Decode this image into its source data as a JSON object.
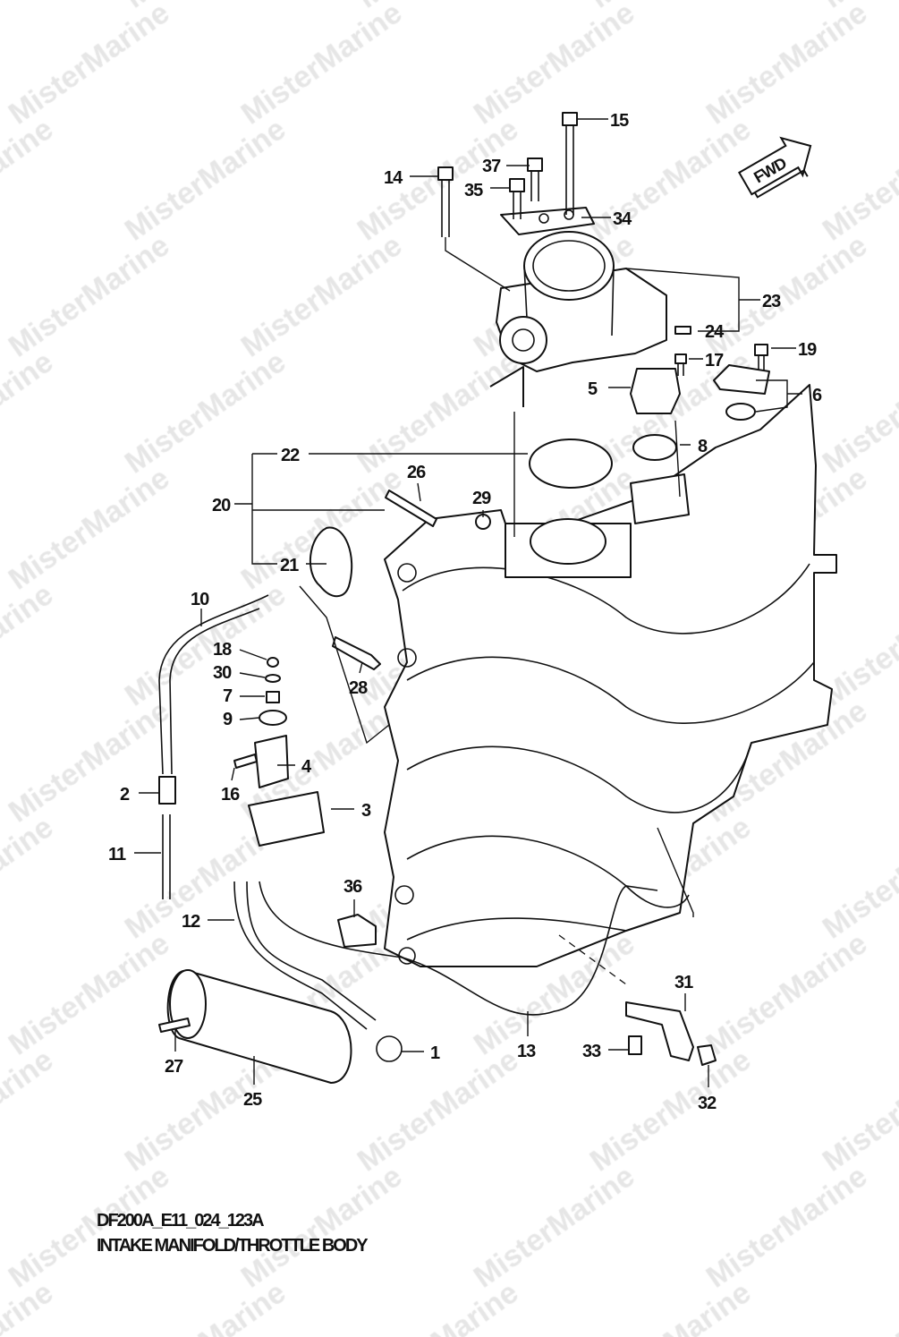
{
  "watermark": "MisterMarine",
  "fwd_label": "FWD",
  "callouts": {
    "c1": "1",
    "c2": "2",
    "c3": "3",
    "c4": "4",
    "c5": "5",
    "c6": "6",
    "c7": "7",
    "c8": "8",
    "c9": "9",
    "c10": "10",
    "c11": "11",
    "c12": "12",
    "c13": "13",
    "c14": "14",
    "c15": "15",
    "c16": "16",
    "c17": "17",
    "c18": "18",
    "c19": "19",
    "c20": "20",
    "c21": "21",
    "c22": "22",
    "c23": "23",
    "c24": "24",
    "c25": "25",
    "c26": "26",
    "c27": "27",
    "c28": "28",
    "c29": "29",
    "c30": "30",
    "c31": "31",
    "c32": "32",
    "c33": "33",
    "c34": "34",
    "c35": "35",
    "c36": "36",
    "c37": "37"
  },
  "caption": {
    "code": "DF200A_E11_024_123A",
    "title": "INTAKE MANIFOLD/THROTTLE BODY"
  }
}
